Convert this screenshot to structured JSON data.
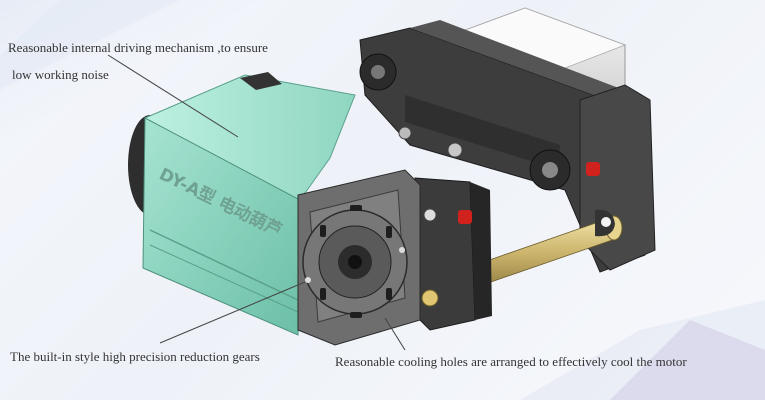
{
  "callouts": {
    "driving_mechanism_line1": "Reasonable internal driving mechanism ,to ensure",
    "driving_mechanism_line2": "low working noise",
    "reduction_gears": "The built-in style high precision reduction gears",
    "cooling_holes": "Reasonable cooling holes are arranged to effectively cool the motor"
  },
  "product": {
    "model_marking": "DY-A型 电动葫芦"
  },
  "colors": {
    "motor_housing": "#8fd6c1",
    "frame_steel": "#3a3a3a",
    "rail_rod": "#c9b26a",
    "bolt_red": "#d2221e",
    "background": "#f2f4f9"
  }
}
